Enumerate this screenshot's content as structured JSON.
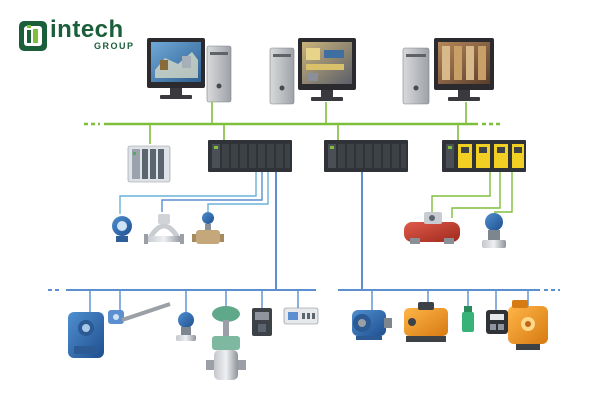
{
  "brand": {
    "name": "intech",
    "group": "GROUP",
    "color_primary": "#1b5e3a",
    "color_accent": "#7fbf3b"
  },
  "colors": {
    "ethernet": "#7fbf3b",
    "fieldbus": "#5b8fd0",
    "wire_cyan": "#69b3d8",
    "wire_green": "#7fbf3b"
  },
  "diagram": {
    "workstations": [
      "workstation-plant-overview",
      "workstation-process-graphic",
      "workstation-control-panel"
    ],
    "controllers": [
      "io-rack-modular",
      "controller-rack-1",
      "controller-rack-2",
      "controller-rack-hazardous"
    ],
    "field_devices_left": [
      "flow-transmitter",
      "coriolis-flowmeter",
      "control-valve-small"
    ],
    "field_devices_right": [
      "pneumatic-actuator",
      "pressure-transmitter"
    ],
    "bus_devices_left": [
      "explosion-proof-transmitter",
      "temperature-probe",
      "pressure-transmitter-small",
      "control-valve-large",
      "valve-positioner",
      "remote-io-module"
    ],
    "bus_devices_right": [
      "electric-motor",
      "motor-actuator",
      "proximity-sensor",
      "valve-island",
      "electric-actuator"
    ]
  }
}
